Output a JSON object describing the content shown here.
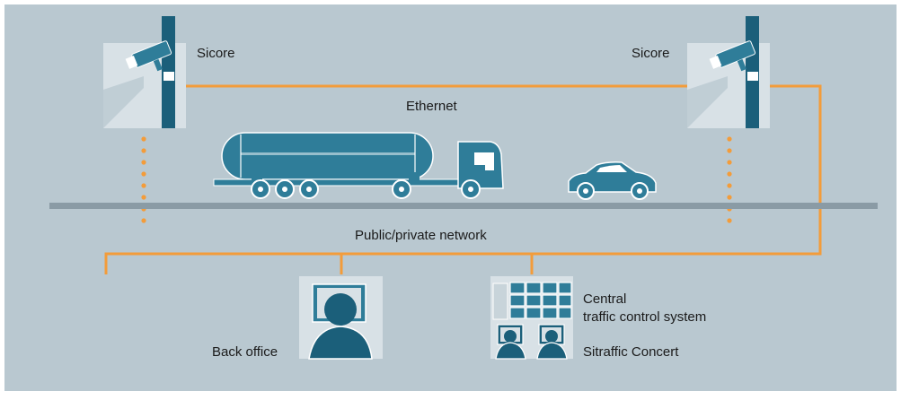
{
  "diagram": {
    "camera_left_label": "Sicore",
    "camera_right_label": "Sicore",
    "ethernet_label": "Ethernet",
    "network_label": "Public/private network",
    "back_office_label": "Back office",
    "central_line1": "Central",
    "central_line2": "traffic control system",
    "sitraffic_label": "Sitraffic Concert"
  },
  "colors": {
    "background": "#b9c8d0",
    "link": "#f39c3a",
    "road": "#8a9ba5",
    "panel": "#d8e1e6",
    "vehicle": "#2f7d99",
    "dark": "#1b5f7a"
  }
}
